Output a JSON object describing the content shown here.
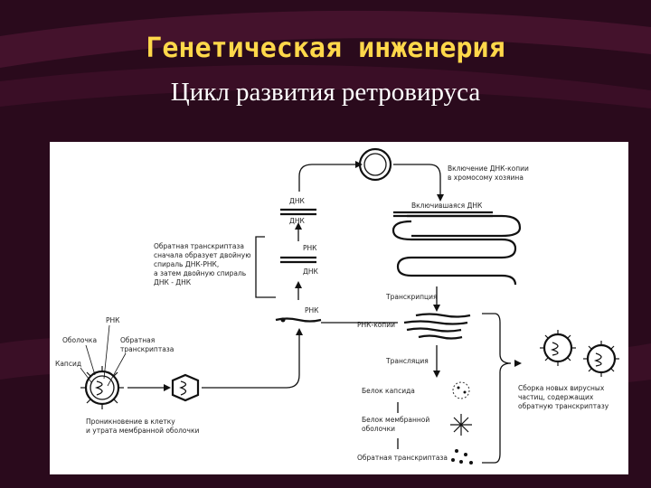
{
  "slide": {
    "title": "Генетическая инженерия",
    "subtitle": "Цикл развития ретровируса"
  },
  "diagram": {
    "labels": {
      "dna_top_1": "ДНК",
      "dna_top_2": "ДНК",
      "rna_mid": "РНК",
      "dna_mid": "ДНК",
      "rna_low": "РНК",
      "integration": [
        "Включение ДНК-копии",
        "в хромосому хозяина"
      ],
      "integrated_dna": "Включившаяся ДНК",
      "reverse_transcriptase_note": [
        "Обратная транскриптаза",
        "сначала образует двойную",
        "спираль ДНК-РНК,",
        "а затем двойную спираль",
        "ДНК - ДНК"
      ],
      "transcription": "Транскрипция",
      "rna_copies": "РНК-копии",
      "translation": "Трансляция",
      "capsid_protein": "Белок капсида",
      "membrane_protein": [
        "Белок мембранной",
        "оболочки"
      ],
      "reverse_transcriptase": "Обратная транскриптаза",
      "virus_rna": "РНК",
      "virus_envelope": "Оболочка",
      "virus_rt": [
        "Обратная",
        "транскриптаза"
      ],
      "virus_capsid": "Капсид",
      "penetration": [
        "Проникновение в клетку",
        "и утрата мембранной оболочки"
      ],
      "assembly": [
        "Сборка новых вирусных",
        "частиц, содержащих",
        "обратную транскриптазу"
      ]
    }
  }
}
